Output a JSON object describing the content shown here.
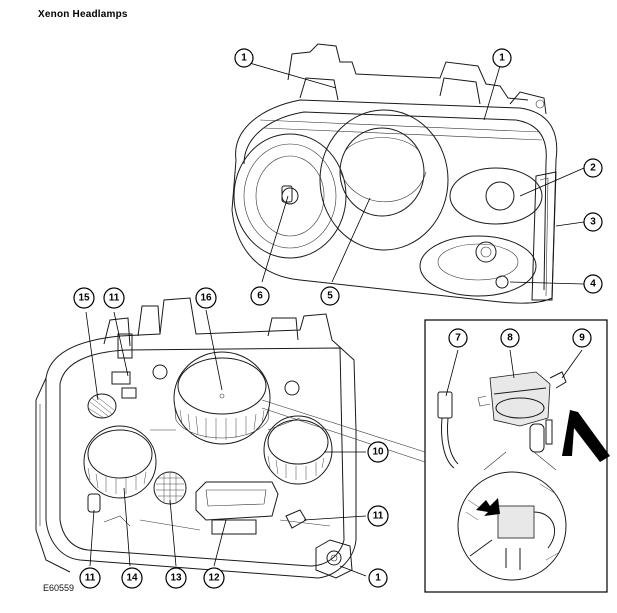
{
  "header": {
    "title": "Xenon Headlamps"
  },
  "footer": {
    "figure_code": "E60559"
  },
  "callouts": [
    {
      "id": "c1-a",
      "label": "1"
    },
    {
      "id": "c1-b",
      "label": "1"
    },
    {
      "id": "c2",
      "label": "2"
    },
    {
      "id": "c3",
      "label": "3"
    },
    {
      "id": "c4",
      "label": "4"
    },
    {
      "id": "c5",
      "label": "5"
    },
    {
      "id": "c6",
      "label": "6"
    },
    {
      "id": "c15",
      "label": "15"
    },
    {
      "id": "c11-a",
      "label": "11"
    },
    {
      "id": "c16",
      "label": "16"
    },
    {
      "id": "c7",
      "label": "7"
    },
    {
      "id": "c8",
      "label": "8"
    },
    {
      "id": "c9",
      "label": "9"
    },
    {
      "id": "c10",
      "label": "10"
    },
    {
      "id": "c11-b",
      "label": "11"
    },
    {
      "id": "c11-c",
      "label": "11"
    },
    {
      "id": "c14",
      "label": "14"
    },
    {
      "id": "c13",
      "label": "13"
    },
    {
      "id": "c12",
      "label": "12"
    },
    {
      "id": "c1-c",
      "label": "1"
    }
  ]
}
